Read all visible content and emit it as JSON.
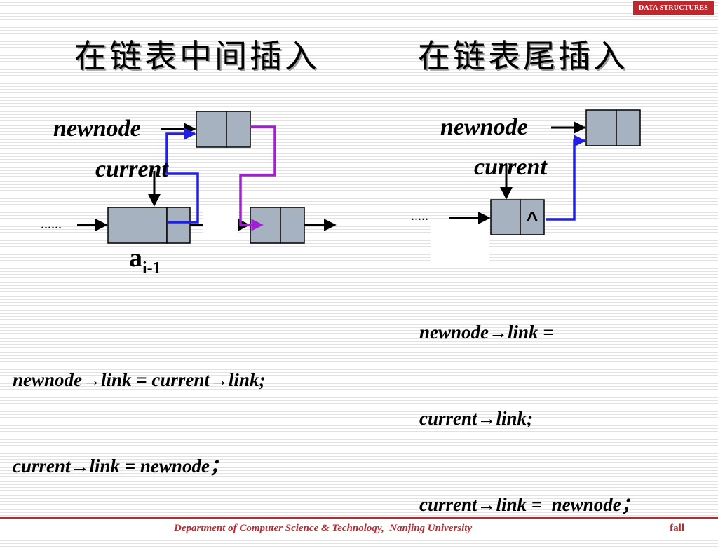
{
  "header": {
    "badge": "DATA STRUCTURES",
    "title_left": "在链表中间插入",
    "title_right": "在链表尾插入"
  },
  "left_diagram": {
    "newnode_label": "newnode",
    "current_label": "current",
    "ellipsis": "......",
    "node_label_main": "a",
    "node_label_sub": "i-1"
  },
  "right_diagram": {
    "newnode_label": "newnode",
    "current_label": "current",
    "ellipsis": ".....",
    "null_symbol": "^"
  },
  "code_left": {
    "line1": "newnode→link = current→link;",
    "line2": "current→link = newnode；"
  },
  "code_right": {
    "line1": "newnode→link =",
    "line2": "current→link;",
    "line3": "current→link =  newnode；"
  },
  "footer": {
    "department": "Department of Computer Science & Technology,  Nanjing University",
    "term": "fall"
  },
  "colors": {
    "node_fill": "#a6b2c0",
    "blue_link": "#1f1fe6",
    "purple_link": "#a020d0",
    "accent_red": "#c0272d"
  }
}
